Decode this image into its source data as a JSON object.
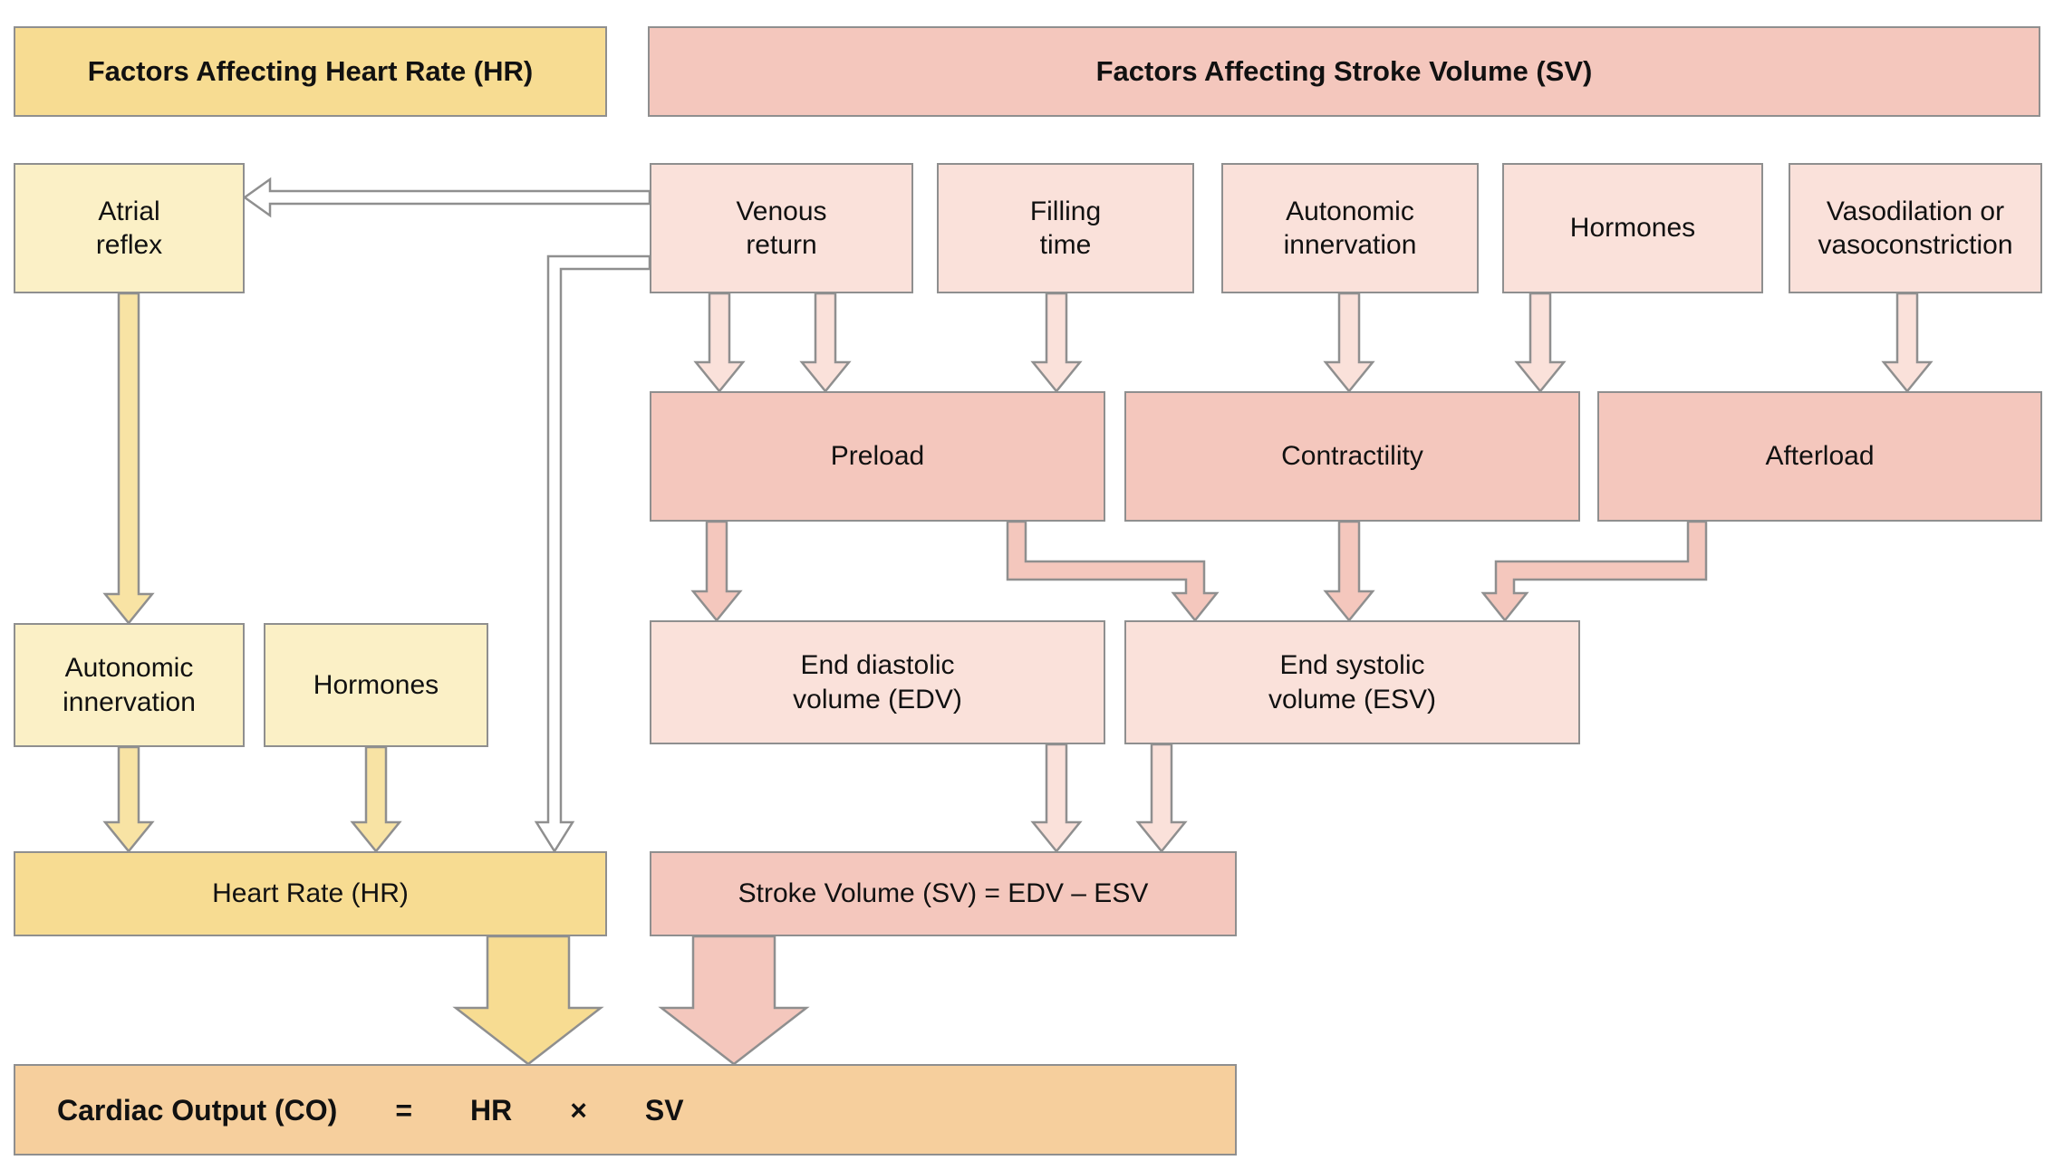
{
  "diagram": {
    "headers": {
      "hr": "Factors Affecting Heart Rate (HR)",
      "sv": "Factors Affecting Stroke Volume (SV)"
    },
    "hr_branch": {
      "atrial_reflex": "Atrial\nreflex",
      "autonomic_innervation": "Autonomic\ninnervation",
      "hormones": "Hormones",
      "heart_rate": "Heart Rate (HR)"
    },
    "sv_branch": {
      "venous_return": "Venous\nreturn",
      "filling_time": "Filling\ntime",
      "autonomic_innervation": "Autonomic\ninnervation",
      "hormones": "Hormones",
      "vasodilation": "Vasodilation or\nvasoconstriction",
      "preload": "Preload",
      "contractility": "Contractility",
      "afterload": "Afterload",
      "edv": "End diastolic\nvolume (EDV)",
      "esv": "End systolic\nvolume (ESV)",
      "stroke_volume": "Stroke Volume (SV) = EDV – ESV"
    },
    "cardiac_output": {
      "parts": [
        "Cardiac Output (CO)",
        "=",
        "HR",
        "×",
        "SV"
      ]
    },
    "colors": {
      "yellow_header": "#f7dc92",
      "yellow_light": "#fbf0c6",
      "pink_header": "#f4c7bd",
      "pink_light": "#fae1da",
      "orange": "#f6cf9d",
      "outline": "#8f8f8f"
    }
  }
}
